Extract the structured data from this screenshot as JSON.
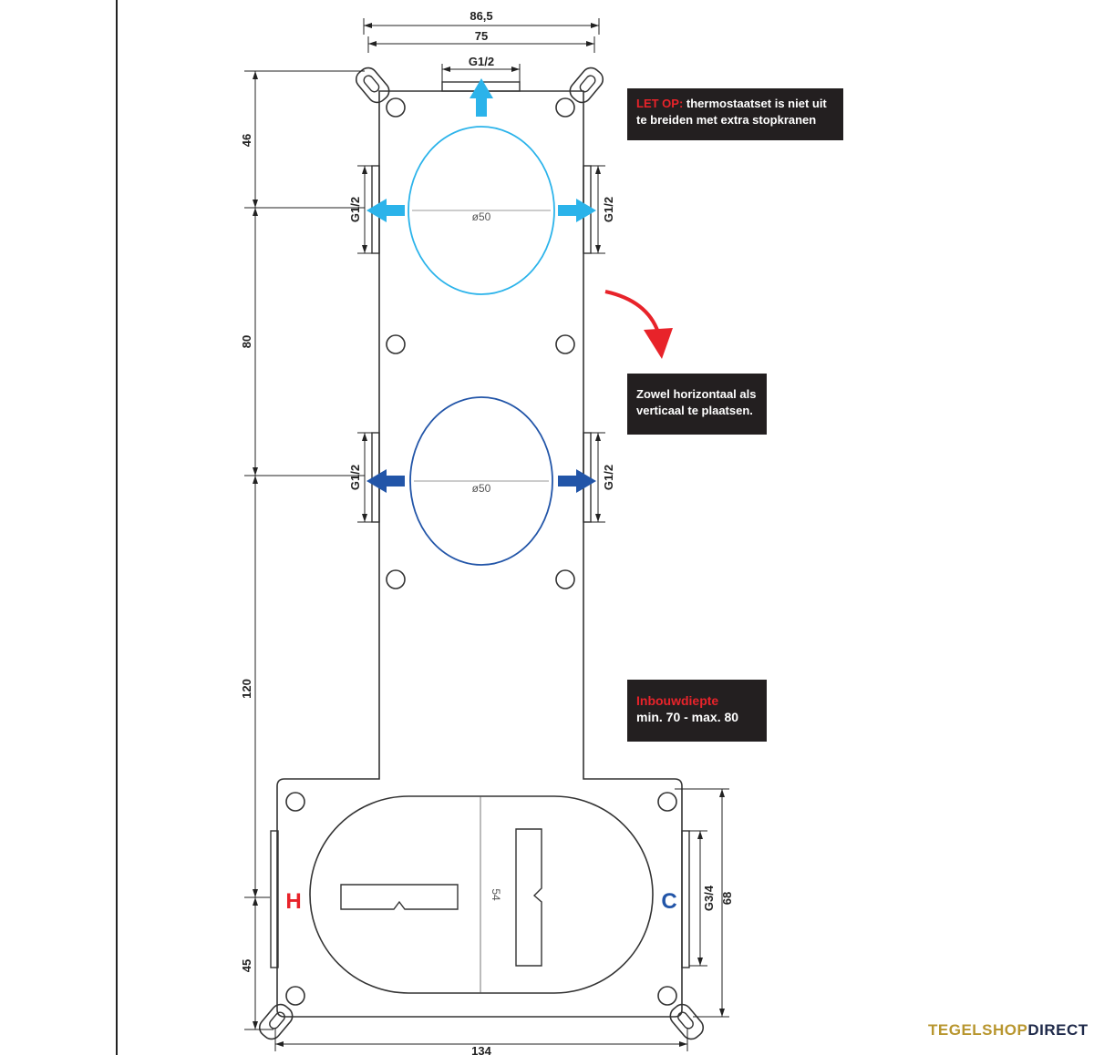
{
  "dimensions": {
    "width_outer": "86,5",
    "width_inner": "75",
    "top_outlet": "G1/2",
    "section_top": "46",
    "section_mid": "80",
    "section_low": "120",
    "section_bottom": "45",
    "side_outlet": "G1/2",
    "circle_diameter": "ø50",
    "inlet": "G3/4",
    "inlet_height": "68",
    "chamber_height": "54",
    "base_width": "134"
  },
  "labels": {
    "hot": "H",
    "cold": "C"
  },
  "notes": {
    "warning_prefix": "LET OP:",
    "warning_text": " thermostaatset is niet uit te breiden met extra stopkranen",
    "orientation": "Zowel horizontaal als verticaal te plaatsen.",
    "depth_title": "Inbouwdiepte",
    "depth_range": "min. 70 - max. 80"
  },
  "brand": {
    "part1": "TEGELSHOP",
    "part2": "DIRECT"
  },
  "colors": {
    "light_blue": "#2bb3ea",
    "dark_blue": "#2255a8",
    "red": "#e8232a",
    "note_bg": "#231f20"
  }
}
